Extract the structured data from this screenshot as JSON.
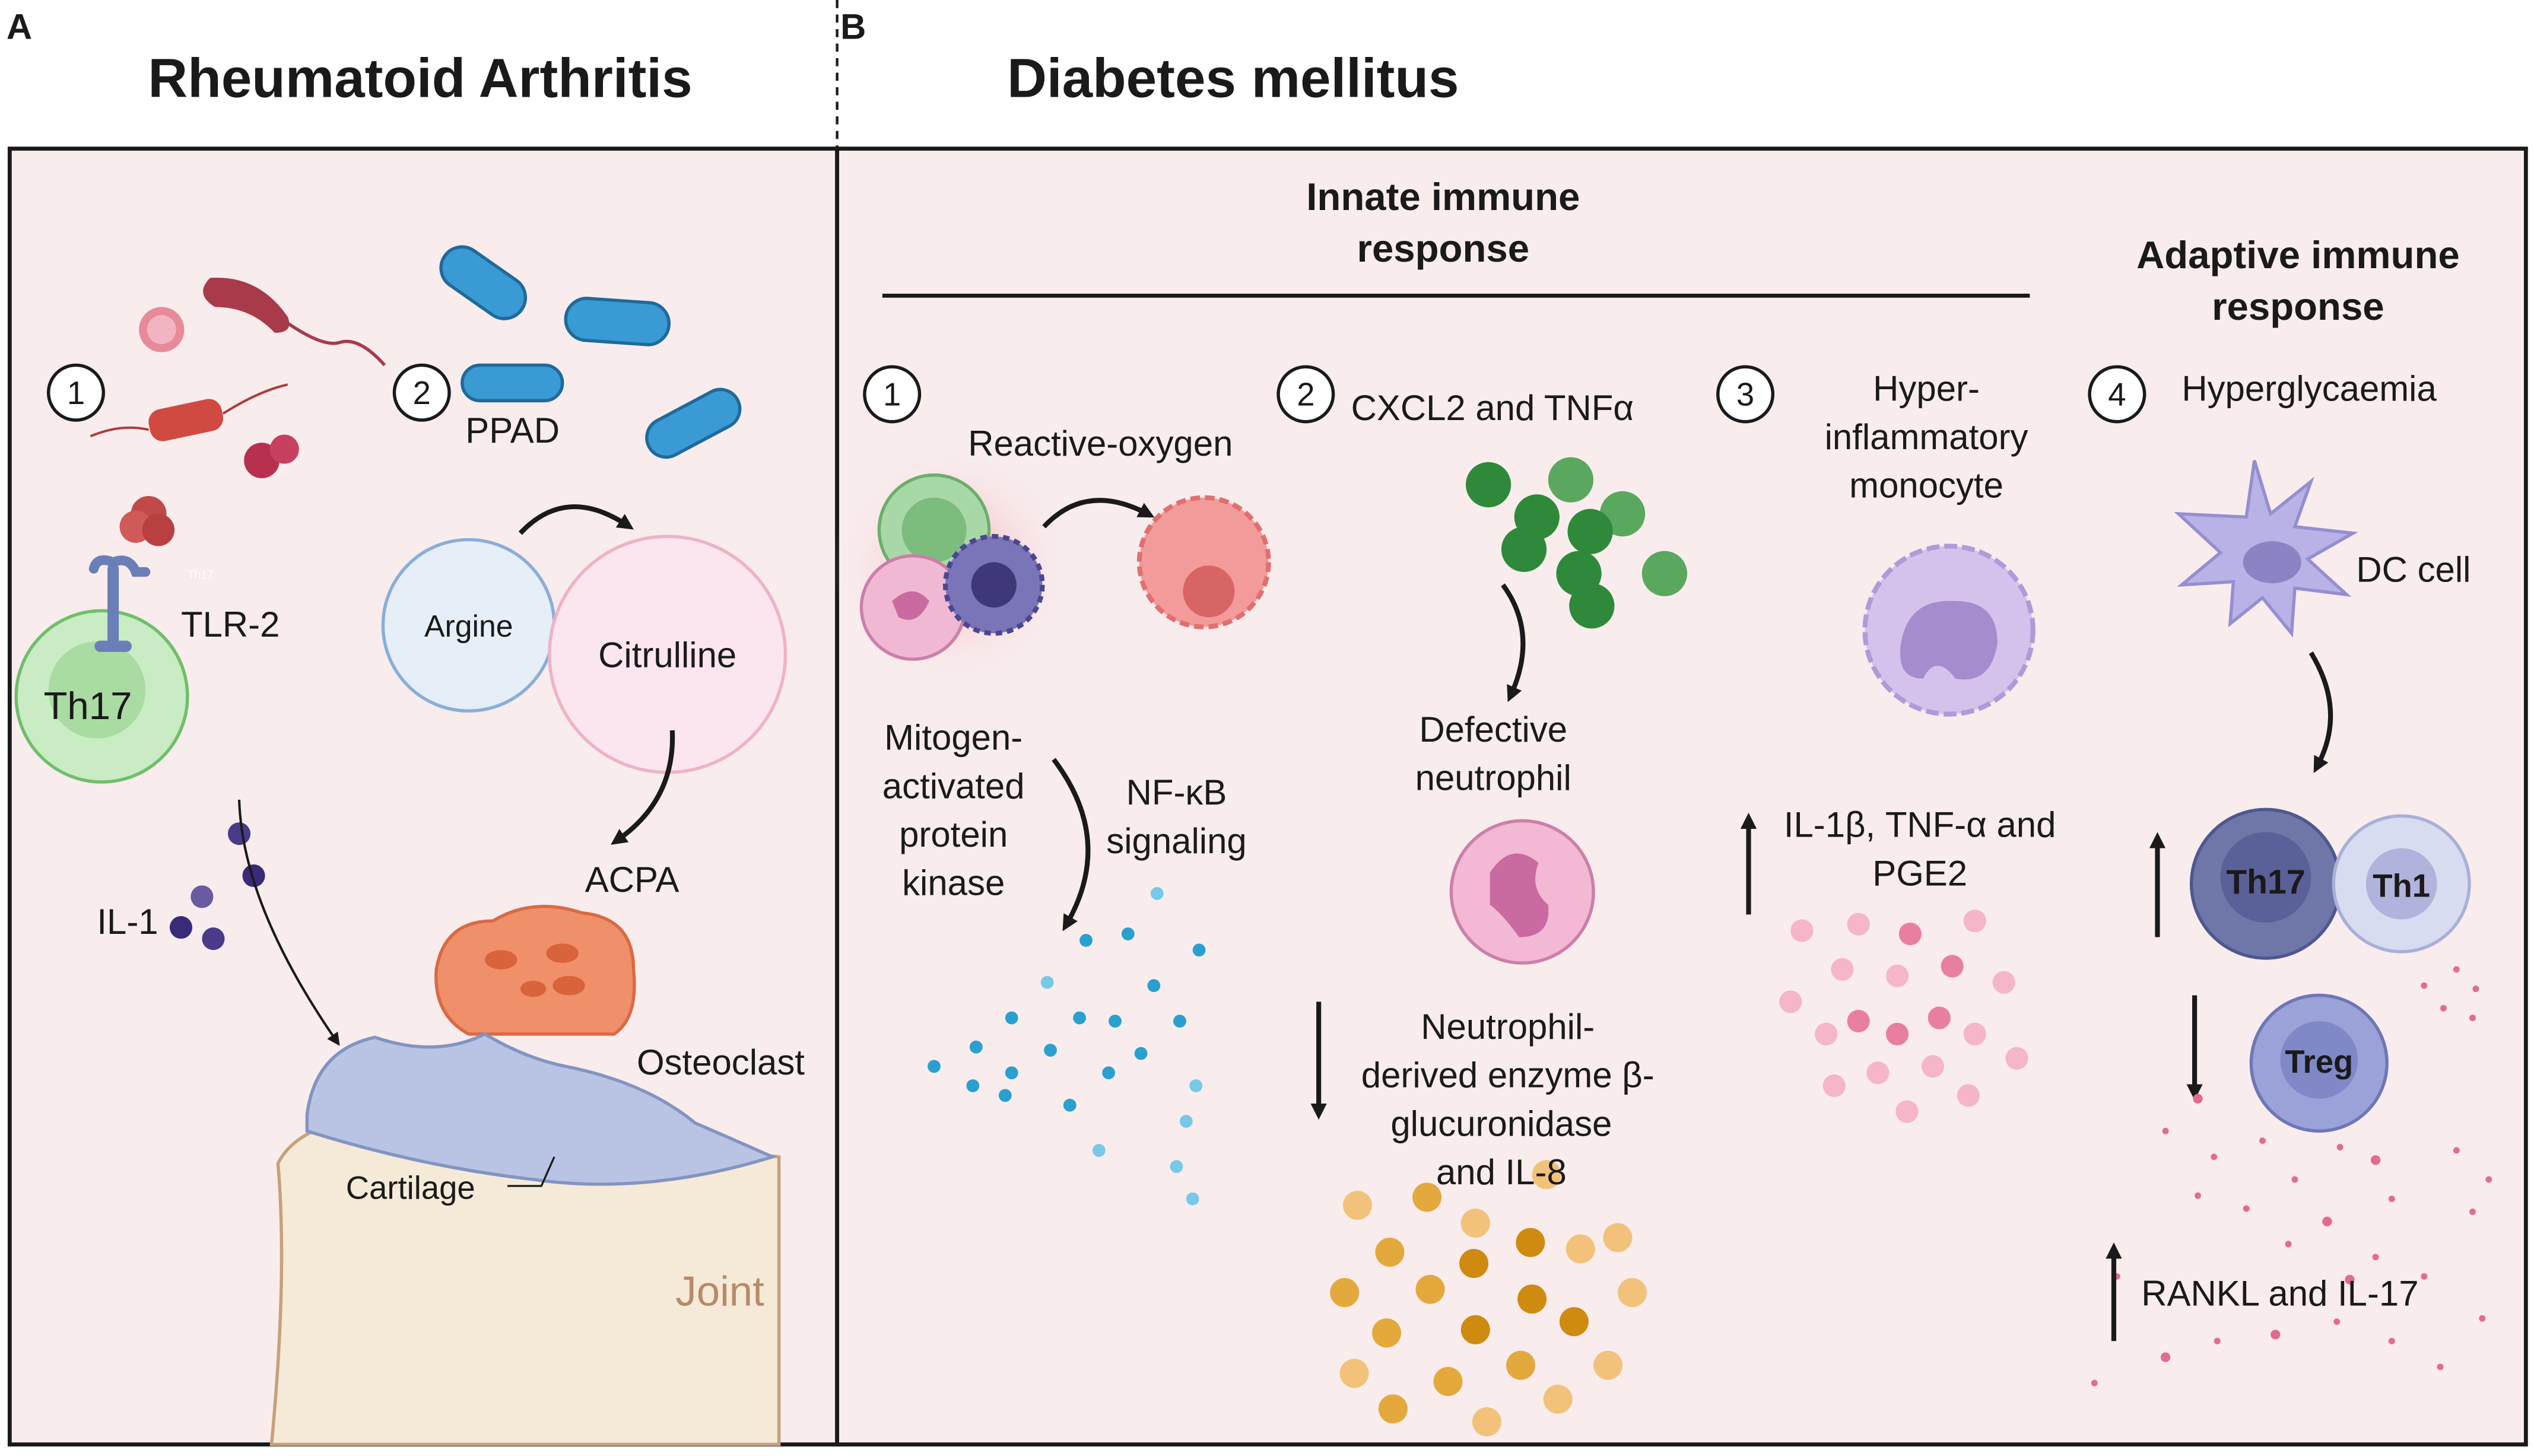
{
  "panel_a": {
    "letter": "A",
    "title": "Rheumatoid Arthritis",
    "num1": "1",
    "num2": "2",
    "ppad": "PPAD",
    "tlr2": "TLR-2",
    "th17_small": "Th17",
    "th17": "Th17",
    "argine": "Argine",
    "citrulline": "Citrulline",
    "acpa": "ACPA",
    "il1": "IL-1",
    "osteoclast": "Osteoclast",
    "cartilage": "Cartilage",
    "joint": "Joint"
  },
  "panel_b": {
    "letter": "B",
    "title": "Diabetes mellitus",
    "innate_1": "Innate immune",
    "innate_2": "response",
    "adaptive_1": "Adaptive immune",
    "adaptive_2": "response",
    "num1": "1",
    "num2": "2",
    "num3": "3",
    "num4": "4",
    "reactive_oxygen": "Reactive-oxygen",
    "mapk_1": "Mitogen-",
    "mapk_2": "activated",
    "mapk_3": "protein",
    "mapk_4": "kinase",
    "nfkb_1": "NF-κB",
    "nfkb_2": "signaling",
    "cxcl2": "CXCL2 and TNFα",
    "defective_1": "Defective",
    "defective_2": "neutrophil",
    "enzyme_1": "Neutrophil-",
    "enzyme_2": "derived enzyme β-",
    "enzyme_3": "glucuronidase",
    "enzyme_4": "and IL-8",
    "hyper_1": "Hyper-",
    "hyper_2": "inflammatory",
    "hyper_3": "monocyte",
    "cytokines_1": "IL-1β, TNF-α and",
    "cytokines_2": "PGE2",
    "hyperglycaemia": "Hyperglycaemia",
    "dc_cell": "DC cell",
    "th17": "Th17",
    "th1": "Th1",
    "treg": "Treg",
    "rankl": "RANKL and IL-17"
  },
  "colors": {
    "background": "#f8eced",
    "border": "#1a1a1a",
    "th17_green": "#c9ecc4",
    "citrulline_pink": "#fbe6ef",
    "argine_blue": "#e6eef8",
    "osteoclast": "#f0906a",
    "cartilage": "#b9c4e4",
    "joint": "#f5ead8",
    "bacteria_blue": "#3a9ad4",
    "dark_green_dots": "#2e8a3a",
    "orange_dots": "#e4a93c",
    "blue_dots": "#2aa0d0",
    "pink_dots": "#e97fa0",
    "th17_dark": "#6f77a8"
  }
}
